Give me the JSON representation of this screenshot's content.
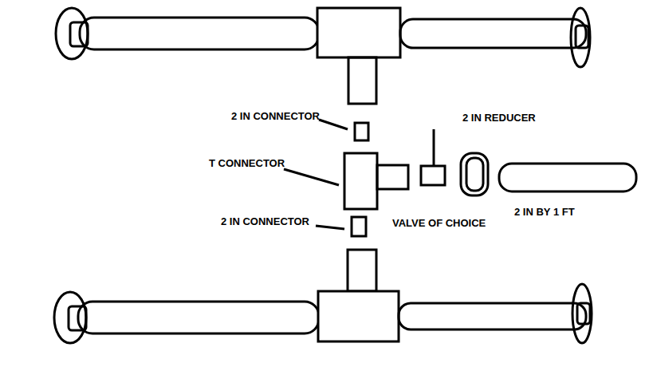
{
  "diagram": {
    "labels": [
      "2 IN CONNECTOR",
      "2 IN REDUCER",
      "T CONNECTOR",
      "2 IN CONNECTOR",
      "VALVE OF CHOICE",
      "2 IN BY 1 FT"
    ]
  }
}
